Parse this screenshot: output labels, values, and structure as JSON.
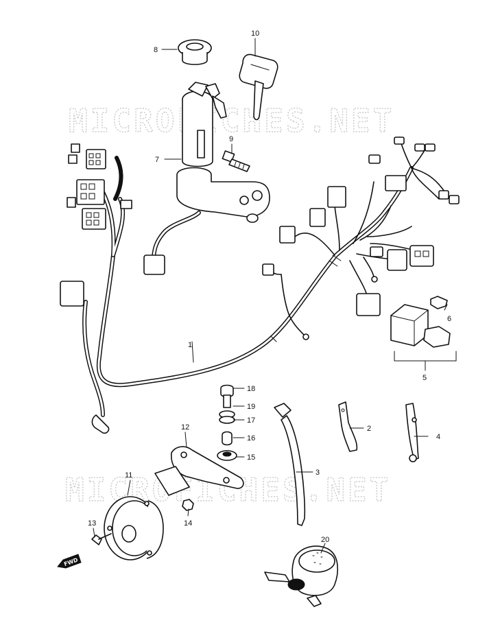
{
  "watermark": {
    "text_top": "MICROFICHES.NET",
    "text_bottom": "MICROFICHES.NET"
  },
  "direction_marker": "FWD",
  "callouts": {
    "c1": "1",
    "c2": "2",
    "c3": "3",
    "c4": "4",
    "c5": "5",
    "c6": "6",
    "c7": "7",
    "c8": "8",
    "c9": "9",
    "c10": "10",
    "c11": "11",
    "c12": "12",
    "c13": "13",
    "c14": "14",
    "c15": "15",
    "c16": "16",
    "c17": "17",
    "c18": "18",
    "c19": "19",
    "c20": "20"
  }
}
